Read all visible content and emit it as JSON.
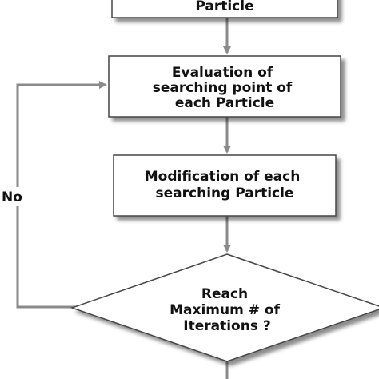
{
  "diagram": {
    "type": "flowchart",
    "nodes": {
      "init_particle": {
        "shape": "process",
        "lines": [
          "Particle"
        ]
      },
      "evaluation": {
        "shape": "process",
        "lines": [
          "Evaluation of",
          "searching point of",
          "each Particle"
        ]
      },
      "modification": {
        "shape": "process",
        "lines": [
          "Modification of each",
          "searching Particle"
        ]
      },
      "decision": {
        "shape": "decision",
        "lines": [
          "Reach",
          "Maximum # of",
          "Iterations ?"
        ]
      }
    },
    "edges": [
      {
        "from": "init_particle",
        "to": "evaluation",
        "label": ""
      },
      {
        "from": "evaluation",
        "to": "modification",
        "label": ""
      },
      {
        "from": "modification",
        "to": "decision",
        "label": ""
      },
      {
        "from": "decision",
        "to": "evaluation",
        "label": "No"
      },
      {
        "from": "decision",
        "to": "next_step_offscreen",
        "label": ""
      }
    ],
    "colors": {
      "box_fill": "#ffffff",
      "box_stroke": "#444444",
      "shadow": "#bdbdbd",
      "connector": "#8a8a8a",
      "text": "#111111"
    }
  }
}
